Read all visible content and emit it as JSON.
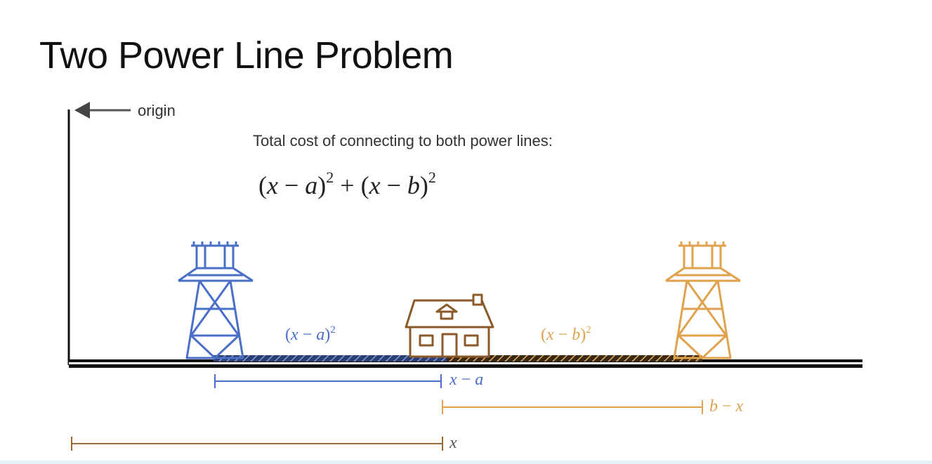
{
  "title": "Two Power Line Problem",
  "origin_label": "origin",
  "cost_caption": "Total cost of connecting to both power lines:",
  "formula": {
    "open1": "(",
    "x1": "x",
    "minus1": " − ",
    "a": "a",
    "close1": ")",
    "exp1": "2",
    "plus": " + ",
    "open2": "(",
    "x2": "x",
    "minus2": " − ",
    "b": "b",
    "close2": ")",
    "exp2": "2"
  },
  "cost_label_a": {
    "open": "(",
    "x": "x",
    "minus": " − ",
    "var": "a",
    "close": ")",
    "exp": "2"
  },
  "cost_label_b": {
    "open": "(",
    "x": "x",
    "minus": " − ",
    "var": "b",
    "close": ")",
    "exp": "2"
  },
  "dim_x_minus_a": {
    "x": "x",
    "minus": " − ",
    "var": "a"
  },
  "dim_b_minus_x": {
    "var": "b",
    "minus": " − ",
    "x": "x"
  },
  "dim_x": {
    "x": "x"
  },
  "colors": {
    "tower_a": "#4a6fc9",
    "tower_b": "#e0a24d",
    "house": "#8a5a2b",
    "ground": "#111111",
    "dim_x": "#9a6a3a"
  }
}
